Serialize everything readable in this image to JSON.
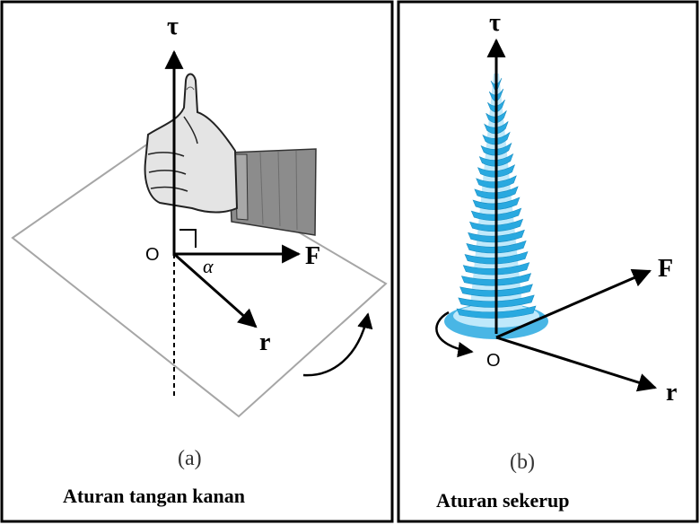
{
  "panel_a": {
    "tau_label": "τ",
    "origin_label": "O",
    "force_label": "F",
    "angle_label": "α",
    "r_label": "r",
    "sub_label": "(a)",
    "caption": "Aturan tangan kanan"
  },
  "panel_b": {
    "tau_label": "τ",
    "origin_label": "O",
    "force_label": "F",
    "r_label": "r",
    "sub_label": "(b)",
    "caption": "Aturan sekerup"
  },
  "colors": {
    "frame": "#000000",
    "plane": "#a6a6a6",
    "screw": "#29a9e0",
    "screw_light": "#bfe9fb",
    "hand": "#e4e4e4",
    "sleeve": "#8c8c8c",
    "arrow": "#000000"
  }
}
